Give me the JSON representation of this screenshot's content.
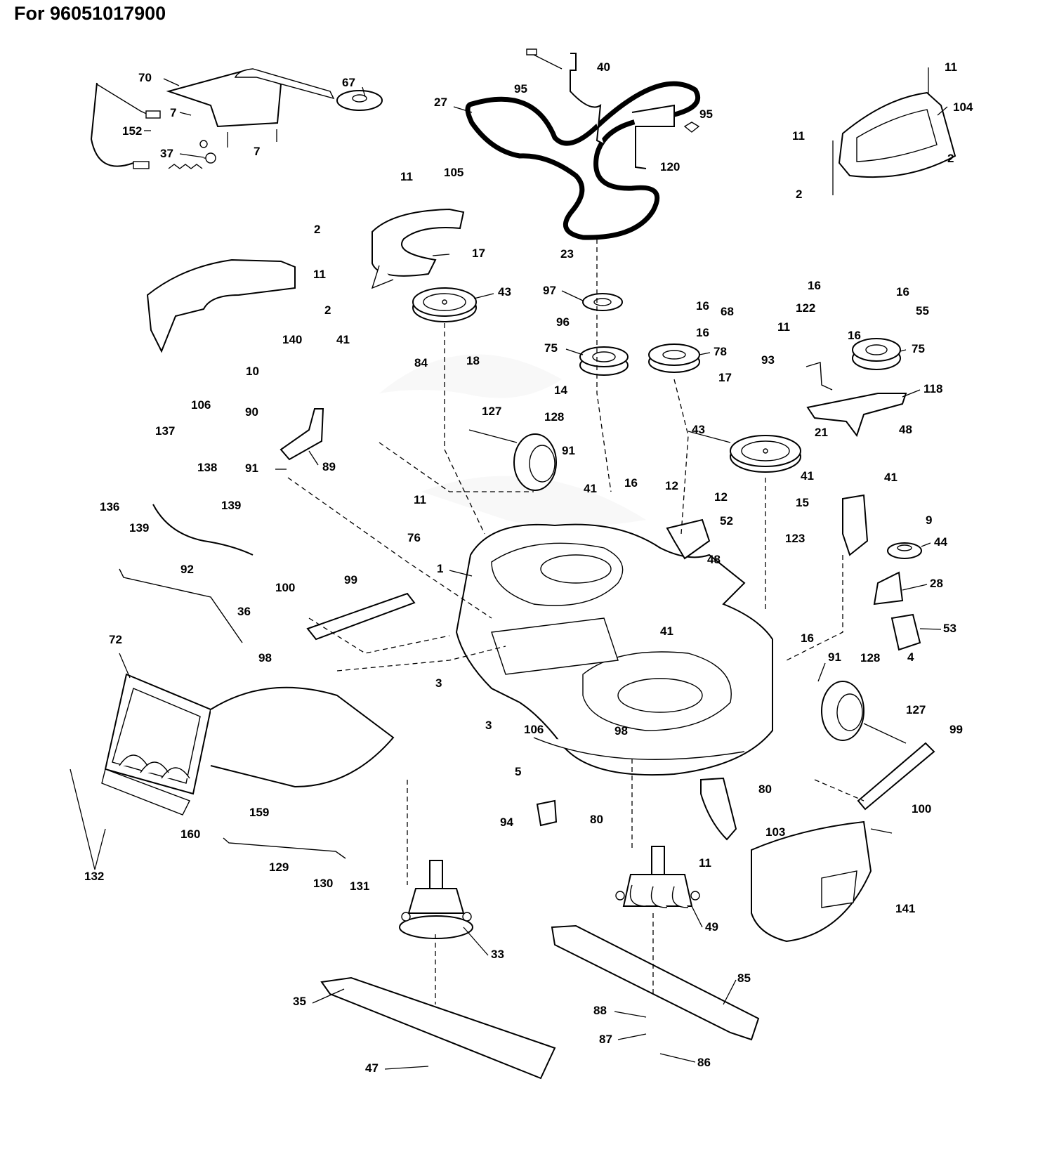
{
  "title": "For 96051017900",
  "labels": [
    {
      "id": "p70",
      "text": "70"
    },
    {
      "id": "p67",
      "text": "67"
    },
    {
      "id": "p7a",
      "text": "7"
    },
    {
      "id": "p7b",
      "text": "7"
    },
    {
      "id": "p152",
      "text": "152"
    },
    {
      "id": "p37",
      "text": "37"
    },
    {
      "id": "p95a",
      "text": "95"
    },
    {
      "id": "p40",
      "text": "40"
    },
    {
      "id": "p27",
      "text": "27"
    },
    {
      "id": "p95b",
      "text": "95"
    },
    {
      "id": "p120",
      "text": "120"
    },
    {
      "id": "p11a",
      "text": "11"
    },
    {
      "id": "p104",
      "text": "104"
    },
    {
      "id": "p11b",
      "text": "11"
    },
    {
      "id": "p2a",
      "text": "2"
    },
    {
      "id": "p2b",
      "text": "2"
    },
    {
      "id": "p11c",
      "text": "11"
    },
    {
      "id": "p105",
      "text": "105"
    },
    {
      "id": "p2c",
      "text": "2"
    },
    {
      "id": "p17a",
      "text": "17"
    },
    {
      "id": "p11d",
      "text": "11"
    },
    {
      "id": "p43a",
      "text": "43"
    },
    {
      "id": "p2d",
      "text": "2"
    },
    {
      "id": "p140",
      "text": "140"
    },
    {
      "id": "p23",
      "text": "23"
    },
    {
      "id": "p97",
      "text": "97"
    },
    {
      "id": "p96",
      "text": "96"
    },
    {
      "id": "p75a",
      "text": "75"
    },
    {
      "id": "p16a",
      "text": "16"
    },
    {
      "id": "p68",
      "text": "68"
    },
    {
      "id": "p16b",
      "text": "16"
    },
    {
      "id": "p78",
      "text": "78"
    },
    {
      "id": "p16c",
      "text": "16"
    },
    {
      "id": "p16d",
      "text": "16"
    },
    {
      "id": "p122",
      "text": "122"
    },
    {
      "id": "p55",
      "text": "55"
    },
    {
      "id": "p11e",
      "text": "11"
    },
    {
      "id": "p16e",
      "text": "16"
    },
    {
      "id": "p75b",
      "text": "75"
    },
    {
      "id": "p93",
      "text": "93"
    },
    {
      "id": "p118",
      "text": "118"
    },
    {
      "id": "p41a",
      "text": "41"
    },
    {
      "id": "p84",
      "text": "84"
    },
    {
      "id": "p18",
      "text": "18"
    },
    {
      "id": "p10",
      "text": "10"
    },
    {
      "id": "p14",
      "text": "14"
    },
    {
      "id": "p17b",
      "text": "17"
    },
    {
      "id": "p106a",
      "text": "106"
    },
    {
      "id": "p90",
      "text": "90"
    },
    {
      "id": "p127a",
      "text": "127"
    },
    {
      "id": "p128a",
      "text": "128"
    },
    {
      "id": "p43b",
      "text": "43"
    },
    {
      "id": "p48a",
      "text": "48"
    },
    {
      "id": "p137",
      "text": "137"
    },
    {
      "id": "p21",
      "text": "21"
    },
    {
      "id": "p89",
      "text": "89"
    },
    {
      "id": "p91a",
      "text": "91"
    },
    {
      "id": "p91b",
      "text": "91"
    },
    {
      "id": "p138",
      "text": "138"
    },
    {
      "id": "p136",
      "text": "136"
    },
    {
      "id": "p139a",
      "text": "139"
    },
    {
      "id": "p139b",
      "text": "139"
    },
    {
      "id": "p41b",
      "text": "41"
    },
    {
      "id": "p16f",
      "text": "16"
    },
    {
      "id": "p12a",
      "text": "12"
    },
    {
      "id": "p12b",
      "text": "12"
    },
    {
      "id": "p41c",
      "text": "41"
    },
    {
      "id": "p41d",
      "text": "41"
    },
    {
      "id": "p15",
      "text": "15"
    },
    {
      "id": "p11f",
      "text": "11"
    },
    {
      "id": "p52",
      "text": "52"
    },
    {
      "id": "p9",
      "text": "9"
    },
    {
      "id": "p76",
      "text": "76"
    },
    {
      "id": "p123",
      "text": "123"
    },
    {
      "id": "p44",
      "text": "44"
    },
    {
      "id": "p1",
      "text": "1"
    },
    {
      "id": "p48b",
      "text": "48"
    },
    {
      "id": "p92",
      "text": "92"
    },
    {
      "id": "p28",
      "text": "28"
    },
    {
      "id": "p100a",
      "text": "100"
    },
    {
      "id": "p99a",
      "text": "99"
    },
    {
      "id": "p36",
      "text": "36"
    },
    {
      "id": "p53",
      "text": "53"
    },
    {
      "id": "p72",
      "text": "72"
    },
    {
      "id": "p41e",
      "text": "41"
    },
    {
      "id": "p16g",
      "text": "16"
    },
    {
      "id": "p4",
      "text": "4"
    },
    {
      "id": "p98a",
      "text": "98"
    },
    {
      "id": "p91c",
      "text": "91"
    },
    {
      "id": "p128b",
      "text": "128"
    },
    {
      "id": "p3a",
      "text": "3"
    },
    {
      "id": "p127b",
      "text": "127"
    },
    {
      "id": "p3b",
      "text": "3"
    },
    {
      "id": "p98b",
      "text": "98"
    },
    {
      "id": "p106b",
      "text": "106"
    },
    {
      "id": "p99b",
      "text": "99"
    },
    {
      "id": "p5",
      "text": "5"
    },
    {
      "id": "p80a",
      "text": "80"
    },
    {
      "id": "p159",
      "text": "159"
    },
    {
      "id": "p100b",
      "text": "100"
    },
    {
      "id": "p94",
      "text": "94"
    },
    {
      "id": "p80b",
      "text": "80"
    },
    {
      "id": "p103",
      "text": "103"
    },
    {
      "id": "p160",
      "text": "160"
    },
    {
      "id": "p11g",
      "text": "11"
    },
    {
      "id": "p129",
      "text": "129"
    },
    {
      "id": "p130",
      "text": "130"
    },
    {
      "id": "p131",
      "text": "131"
    },
    {
      "id": "p132",
      "text": "132"
    },
    {
      "id": "p49",
      "text": "49"
    },
    {
      "id": "p141",
      "text": "141"
    },
    {
      "id": "p33",
      "text": "33"
    },
    {
      "id": "p85",
      "text": "85"
    },
    {
      "id": "p35",
      "text": "35"
    },
    {
      "id": "p88",
      "text": "88"
    },
    {
      "id": "p87",
      "text": "87"
    },
    {
      "id": "p47",
      "text": "47"
    },
    {
      "id": "p86",
      "text": "86"
    }
  ]
}
